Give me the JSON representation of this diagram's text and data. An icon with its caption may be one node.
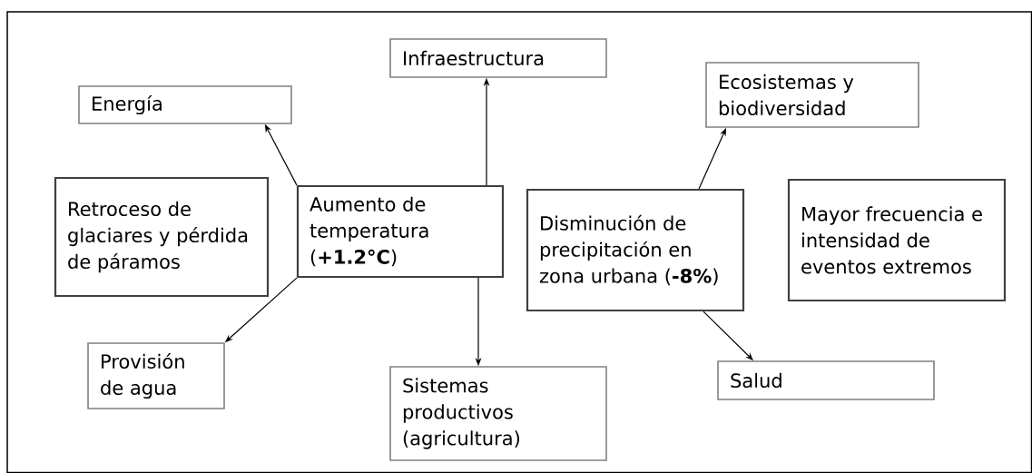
{
  "diagram": {
    "nodes": [
      {
        "text": [
          "Infraestructura"
        ]
      },
      {
        "text": [
          "Energía"
        ]
      },
      {
        "text": [
          "Ecosistemas y biodiversidad"
        ]
      },
      {
        "text": [
          "Retroceso de glaciares y pérdida de páramos"
        ]
      },
      {
        "text": [
          "Aumento de temperatura (**+1.2°C**)"
        ]
      },
      {
        "text": [
          "Disminución de precipitación en zona urbana (**-8%**)"
        ]
      },
      {
        "text": [
          "Mayor frecuencia e intensidad de eventos extremos"
        ]
      },
      {
        "text": [
          "Provisión de agua"
        ]
      },
      {
        "text": [
          "Sistemas productivos (agricultura)"
        ]
      },
      {
        "text": [
          "Salud"
        ]
      }
    ],
    "edges": [
      {
        "from": 4,
        "to": 0,
        "arrow": "to"
      },
      {
        "from": 4,
        "to": 1,
        "arrow": "to"
      },
      {
        "from": 5,
        "to": 2,
        "arrow": "to"
      },
      {
        "from": 4,
        "to": 7,
        "arrow": "to"
      },
      {
        "from": 4,
        "to": 8,
        "arrow": "to"
      },
      {
        "from": 5,
        "to": 9,
        "arrow": "to"
      }
    ]
  }
}
